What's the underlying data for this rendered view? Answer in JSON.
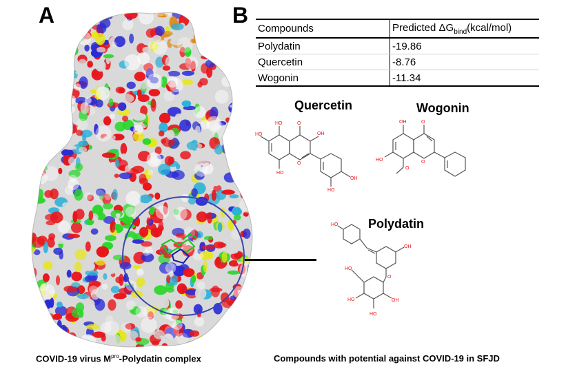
{
  "panel_a": {
    "label": "A",
    "caption_prefix": "COVID-19 virus M",
    "caption_sup": "pro",
    "caption_suffix": "-Polydatin complex"
  },
  "panel_b": {
    "label": "B",
    "caption": "Compounds with potential against COVID-19 in SFJD",
    "table": {
      "header_compounds": "Compounds",
      "header_dg_prefix": "Predicted ΔG",
      "header_dg_sub": "bind",
      "header_dg_suffix": "(kcal/mol)",
      "rows": [
        {
          "compound": "Polydatin",
          "value": "-19.86"
        },
        {
          "compound": "Quercetin",
          "value": "-8.76"
        },
        {
          "compound": "Wogonin",
          "value": "-11.34"
        }
      ]
    },
    "molecules": {
      "quercetin": "Quercetin",
      "wogonin": "Wogonin",
      "polydatin": "Polydatin"
    },
    "atom_labels": {
      "hydroxyl": "OH",
      "oxygen": "O",
      "hydroxyl_short": "HO"
    }
  },
  "colors": {
    "surface_oxygen": "#e8141a",
    "surface_nitrogen": "#2a2bd6",
    "surface_carbon": "#d9d9d9",
    "surface_hydrophobic": "#2ad62a",
    "surface_sulfur": "#e6e61a",
    "surface_polar": "#2ab0d8",
    "surface_accent": "#e08a1a",
    "binding_circle": "#3a45b0"
  }
}
